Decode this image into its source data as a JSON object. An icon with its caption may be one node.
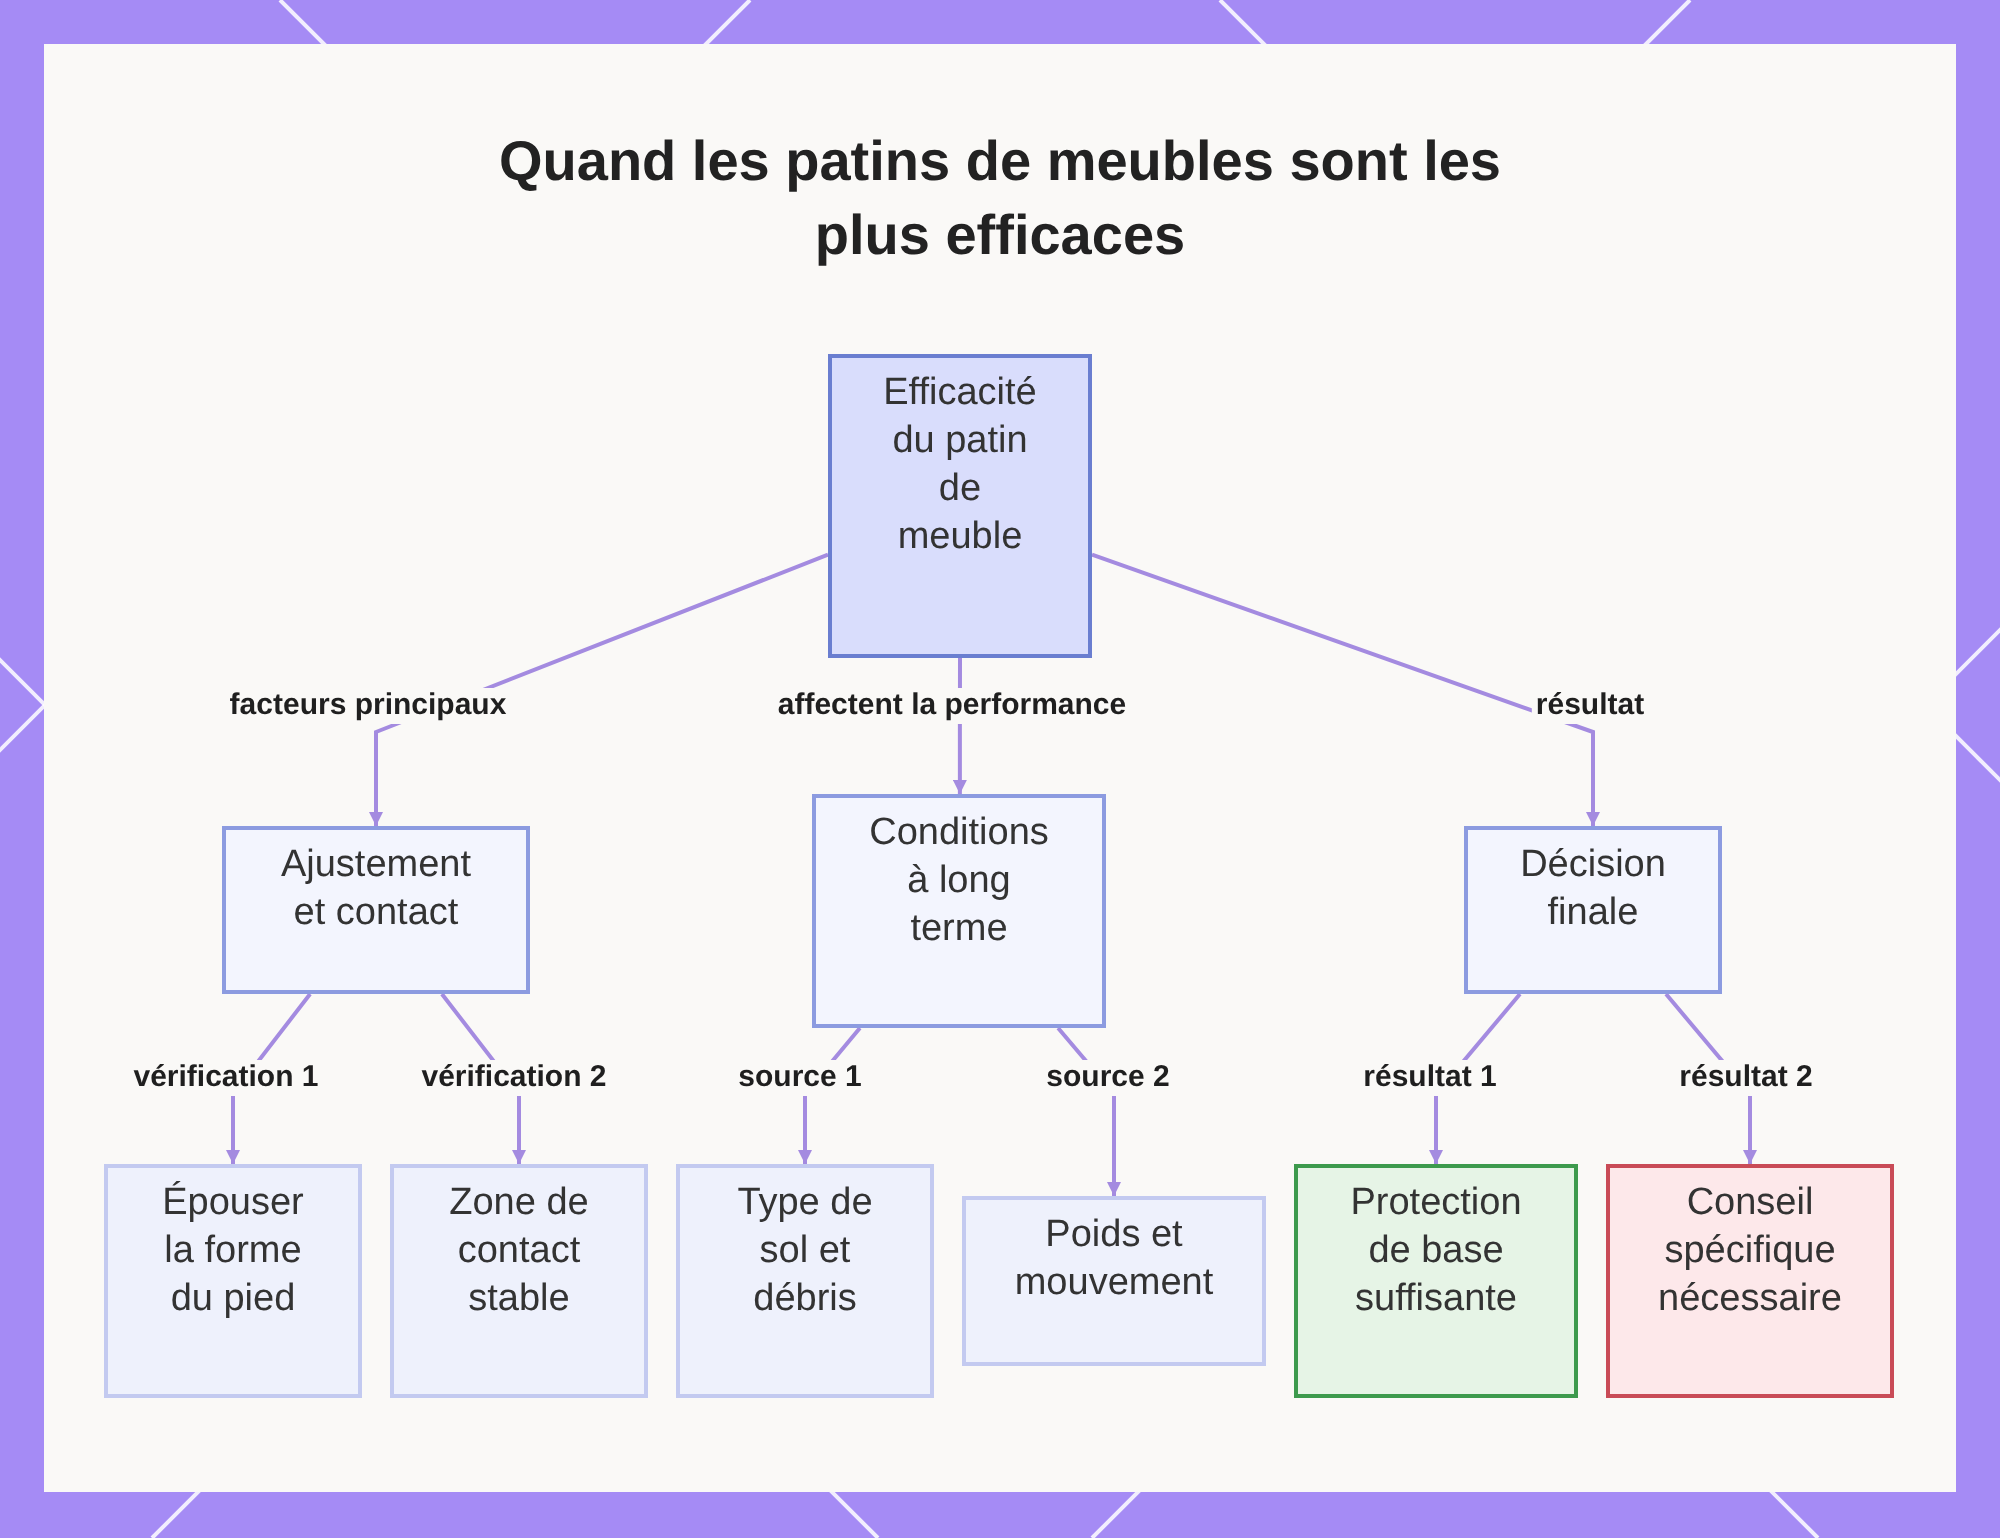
{
  "diagram": {
    "title": "Quand les patins de meubles sont les plus efficaces",
    "nodes": [
      {
        "text": [
          "Efficacité du patin de meuble"
        ]
      },
      {
        "text": [
          "Ajustement et contact"
        ]
      },
      {
        "text": [
          "Conditions à long terme"
        ]
      },
      {
        "text": [
          "Décision finale"
        ]
      },
      {
        "text": [
          "Épouser la forme du pied"
        ]
      },
      {
        "text": [
          "Zone de contact stable"
        ]
      },
      {
        "text": [
          "Type de sol et débris"
        ]
      },
      {
        "text": [
          "Poids et mouvement"
        ]
      },
      {
        "text": [
          "Protection de base suffisante"
        ]
      },
      {
        "text": [
          "Conseil spécifique nécessaire"
        ]
      }
    ],
    "edges": [
      {
        "from": 0,
        "to": 1,
        "arrow": "to",
        "label": "facteurs principaux"
      },
      {
        "from": 0,
        "to": 2,
        "arrow": "to",
        "label": "affectent la performance"
      },
      {
        "from": 0,
        "to": 3,
        "arrow": "to",
        "label": "résultat"
      },
      {
        "from": 1,
        "to": 4,
        "arrow": "to",
        "label": "vérification 1"
      },
      {
        "from": 1,
        "to": 5,
        "arrow": "to",
        "label": "vérification 2"
      },
      {
        "from": 2,
        "to": 6,
        "arrow": "to",
        "label": "source 1"
      },
      {
        "from": 2,
        "to": 7,
        "arrow": "to",
        "label": "source 2"
      },
      {
        "from": 3,
        "to": 8,
        "arrow": "to",
        "label": "résultat 1"
      },
      {
        "from": 3,
        "to": 9,
        "arrow": "to",
        "label": "résultat 2"
      }
    ]
  }
}
